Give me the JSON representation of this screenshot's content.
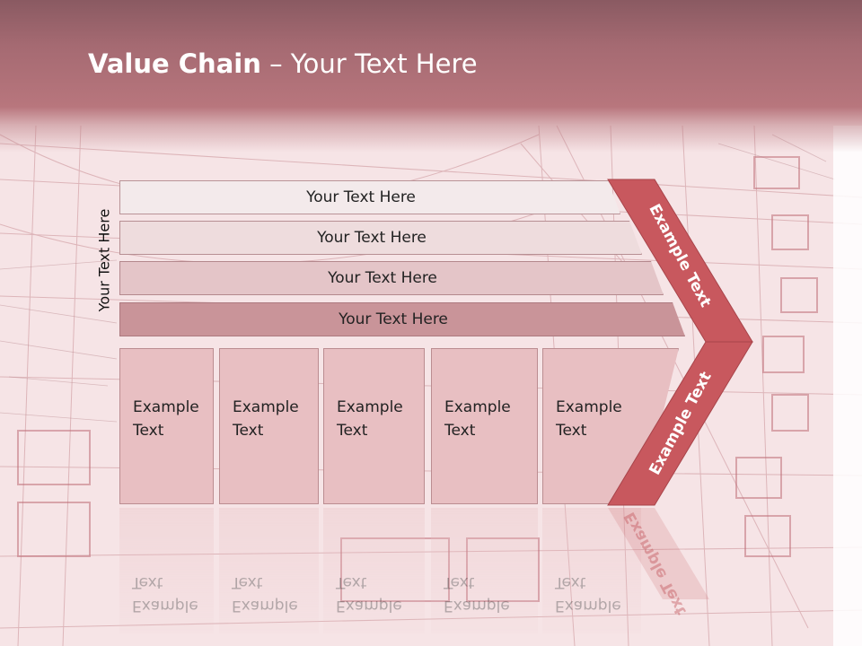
{
  "title": {
    "bold": "Value Chain",
    "rest": " – Your Text Here"
  },
  "side_label": "Your Text Here",
  "rows": [
    "Your Text Here",
    "Your Text Here",
    "Your Text Here",
    "Your Text Here"
  ],
  "boxes": [
    {
      "line1": "Example",
      "line2": "Text"
    },
    {
      "line1": "Example",
      "line2": "Text"
    },
    {
      "line1": "Example",
      "line2": "Text"
    },
    {
      "line1": "Example",
      "line2": "Text"
    },
    {
      "line1": "Example",
      "line2": "Text"
    }
  ],
  "chevron": {
    "top_label": "Example Text",
    "bottom_label": "Example Text"
  },
  "colors": {
    "header": "#a56a72",
    "chevron": "#c8585e",
    "box": "#e8bfc2"
  }
}
